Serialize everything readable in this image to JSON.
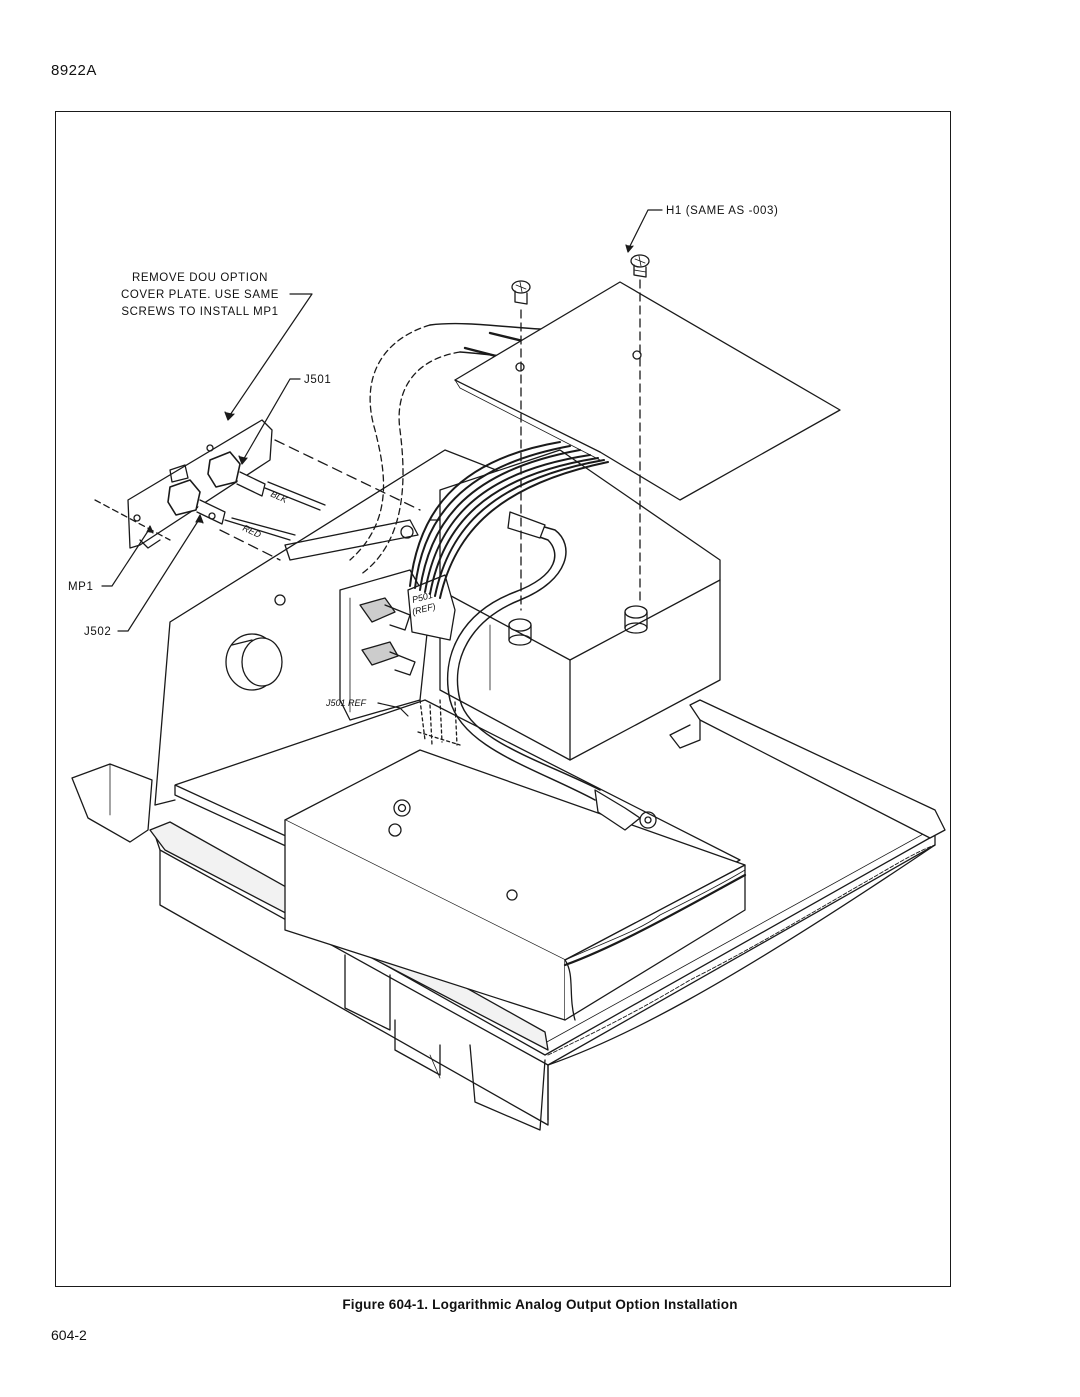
{
  "header": {
    "model": "8922A"
  },
  "figure": {
    "caption": "Figure 604-1. Logarithmic Analog Output Option Installation",
    "callouts": {
      "h1": "H1 (SAME AS -003)",
      "remove_line1": "REMOVE DOU OPTION",
      "remove_line2": "COVER PLATE. USE SAME",
      "remove_line3": "SCREWS TO INSTALL MP1",
      "j501": "J501",
      "mp1": "MP1",
      "j502": "J502",
      "p501_line1": "P501",
      "p501_line2": "(REF)",
      "j501_ref": "J501 REF",
      "blk": "BLK",
      "red": "RED"
    }
  },
  "footer": {
    "page_number": "604-2"
  }
}
